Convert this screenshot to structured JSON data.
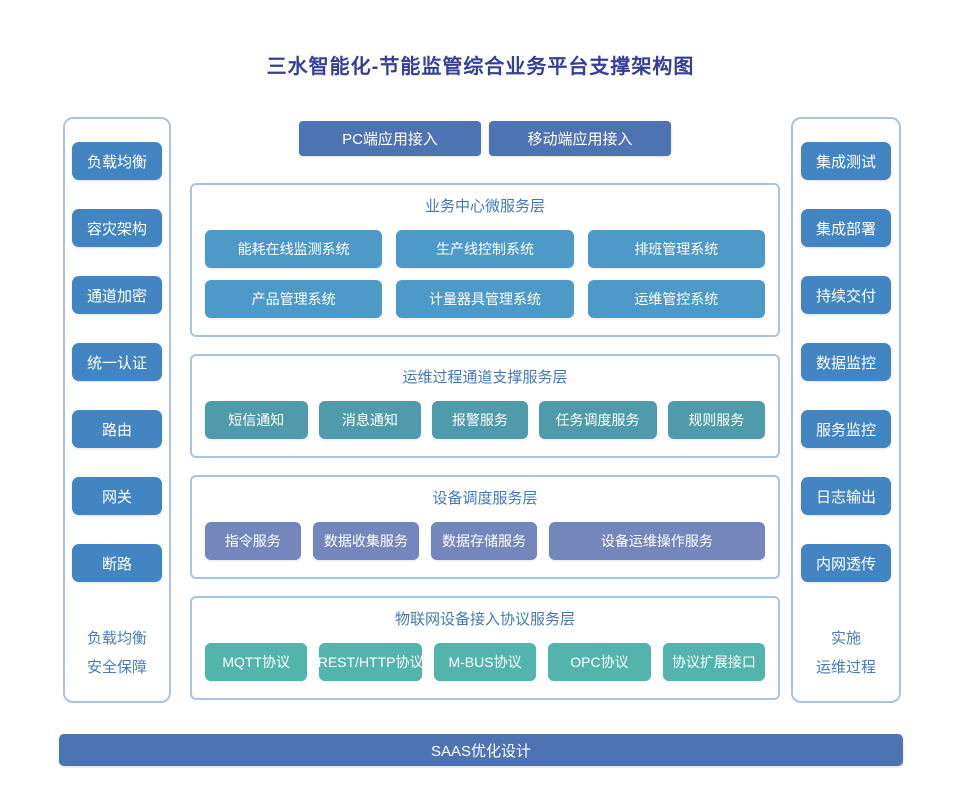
{
  "title": "三水智能化-节能监管综合业务平台支撑架构图",
  "colors": {
    "title_text": "#363f97",
    "section_header_text": "#447ab2",
    "container_border": "#a9c4e0",
    "sidebar_node": "#4285c2",
    "access_and_bottom_bar": "#4d73b3",
    "business_layer_node": "#4d99c8",
    "channel_layer_node": "#4f9bac",
    "device_layer_node": "#7487bd",
    "protocol_layer_node": "#52b4ab"
  },
  "top_access": {
    "items": [
      "PC端应用接入",
      "移动端应用接入"
    ]
  },
  "left_sidebar": {
    "items": [
      "负载均衡",
      "容灾架构",
      "通道加密",
      "统一认证",
      "路由",
      "网关",
      "断路"
    ],
    "label_line1": "负载均衡",
    "label_line2": "安全保障"
  },
  "right_sidebar": {
    "items": [
      "集成测试",
      "集成部署",
      "持续交付",
      "数据监控",
      "服务监控",
      "日志输出",
      "内网透传"
    ],
    "label_line1": "实施",
    "label_line2": "运维过程"
  },
  "layers": [
    {
      "title": "业务中心微服务层",
      "items": [
        "能耗在线监测系统",
        "生产线控制系统",
        "排班管理系统",
        "产品管理系统",
        "计量器具管理系统",
        "运维管控系统"
      ]
    },
    {
      "title": "运维过程通道支撑服务层",
      "items": [
        "短信通知",
        "消息通知",
        "报警服务",
        "任务调度服务",
        "规则服务"
      ]
    },
    {
      "title": "设备调度服务层",
      "items": [
        "指令服务",
        "数据收集服务",
        "数据存储服务",
        "设备运维操作服务"
      ]
    },
    {
      "title": "物联网设备接入协议服务层",
      "items": [
        "MQTT协议",
        "REST/HTTP协议",
        "M-BUS协议",
        "OPC协议",
        "协议扩展接口"
      ]
    }
  ],
  "bottom_bar": "SAAS优化设计"
}
